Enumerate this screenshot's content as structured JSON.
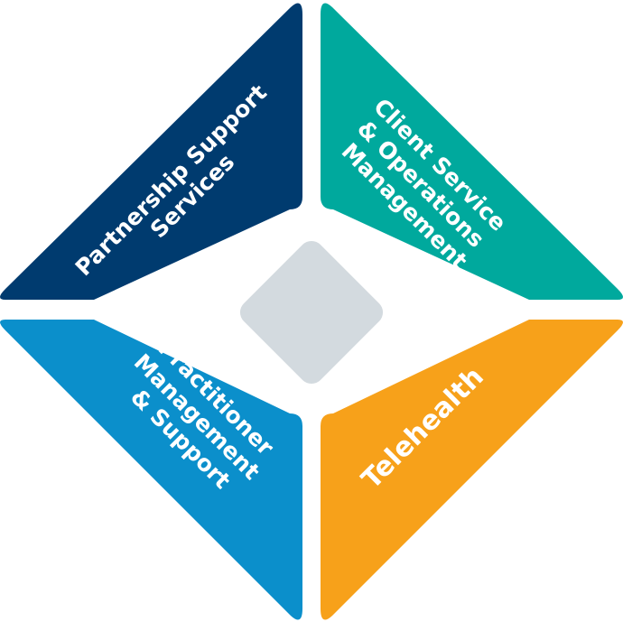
{
  "diagram": {
    "segments": [
      {
        "id": "partnership",
        "lines": [
          "Partnership Support",
          "Services"
        ],
        "color": "#003B6F"
      },
      {
        "id": "client",
        "lines": [
          "Client Service",
          "& Operations",
          "Management"
        ],
        "color": "#00A99D"
      },
      {
        "id": "practitioner",
        "lines": [
          "Practitioner",
          "Management",
          "& Support"
        ],
        "color": "#0B8FCB"
      },
      {
        "id": "telehealth",
        "lines": [
          "Telehealth"
        ],
        "color": "#F7A11A"
      }
    ],
    "center": {
      "color": "#D3DADF"
    }
  }
}
